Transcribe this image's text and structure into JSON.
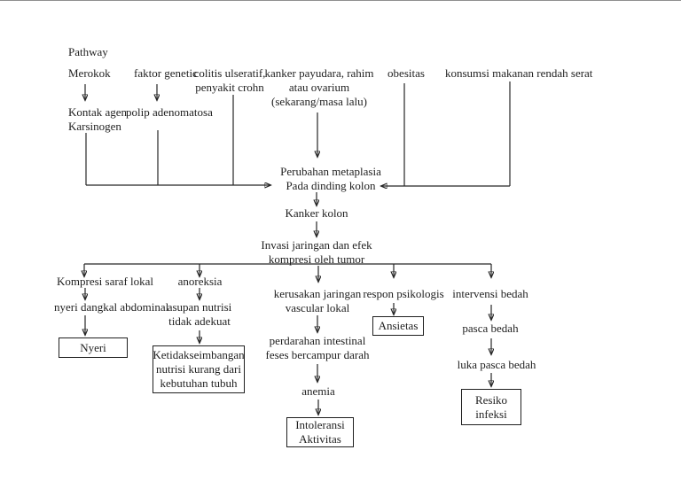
{
  "title": "Pathway",
  "colors": {
    "background": "#ffffff",
    "text": "#1f1f1f",
    "line": "#262626"
  },
  "nodes": {
    "merokok": "Merokok",
    "faktor_genetic": "faktor genetic",
    "colitis": "colitis ulseratif,\npenyakit crohn",
    "kanker_payudara": "kanker payudara, rahim\natau ovarium\n(sekarang/masa lalu)",
    "obesitas": "obesitas",
    "konsumsi": "konsumsi makanan rendah serat",
    "kontak_agen": "Kontak agen\nKarsinogen",
    "polip": "polip adenomatosa",
    "perubahan": "Perubahan metaplasia\nPada dinding kolon",
    "kanker_kolon": "Kanker kolon",
    "invasi": "Invasi jaringan dan efek\nkompresi oleh tumor",
    "kompresi_saraf": "Kompresi saraf lokal",
    "anoreksia": "anoreksia",
    "kerusakan_jaringan": "kerusakan jaringan\nvascular lokal",
    "respon_psikologis": "respon psikologis",
    "intervensi_bedah": "intervensi bedah",
    "nyeri_dangkal": "nyeri dangkal abdominal",
    "asupan_nutrisi": "asupan nutrisi\ntidak adekuat",
    "perdarahan": "perdarahan intestinal\nfeses bercampur darah",
    "pasca_bedah": "pasca bedah",
    "anemia": "anemia",
    "luka_pasca_bedah": "luka pasca bedah"
  },
  "diagnosis_boxes": {
    "nyeri": "Nyeri",
    "ketidakseimbangan": "Ketidakseimbangan\nnutrisi kurang dari\nkebutuhan tubuh",
    "ansietas": "Ansietas",
    "intoleransi": "Intoleransi\nAktivitas",
    "resiko_infeksi": "Resiko\ninfeksi"
  }
}
